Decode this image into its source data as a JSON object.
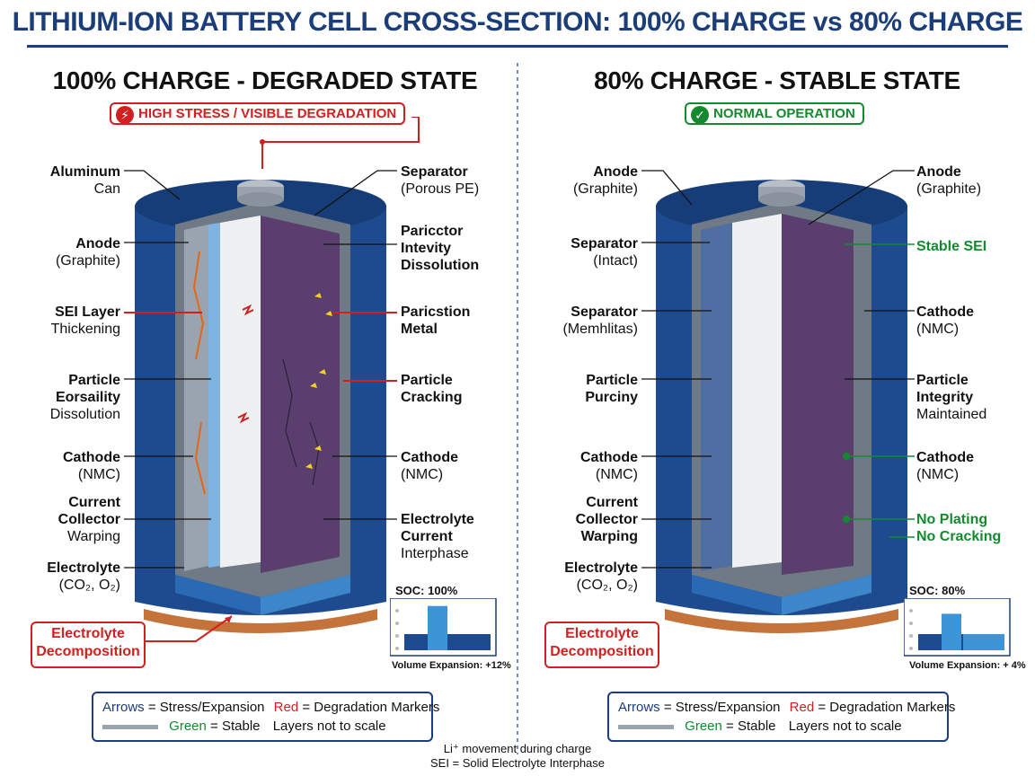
{
  "title": "LITHIUM-ION BATTERY CELL CROSS-SECTION: 100% CHARGE vs 80% CHARGE",
  "left": {
    "heading": "100% CHARGE - DEGRADED STATE",
    "badge": "HIGH STRESS / VISIBLE DEGRADATION",
    "badge_icon": "lightning-icon",
    "labels_left": [
      {
        "bold": "Aluminum",
        "normal": "Can"
      },
      {
        "bold": "Anode",
        "normal": "(Graphite)"
      },
      {
        "bold": "SEI Layer",
        "normal": "Thickening"
      },
      {
        "bold": "Particle",
        "bold2": "Eorsaility",
        "normal": "Dissolution"
      },
      {
        "bold": "Cathode",
        "normal": "(NMC)"
      },
      {
        "bold": "Current",
        "bold2": "Collector",
        "normal": "Warping"
      },
      {
        "bold": "Electrolyte",
        "normal": "(CO₂, O₂)"
      }
    ],
    "labels_right": [
      {
        "bold": "Separator",
        "normal": "(Porous PE)"
      },
      {
        "bold": "Paricctor",
        "bold2": "Intevity",
        "bold3": "Dissolution"
      },
      {
        "bold": "Paricstion",
        "bold2": "Metal"
      },
      {
        "bold": "Particle",
        "bold2": "Cracking"
      },
      {
        "bold": "Cathode",
        "normal": "(NMC)"
      },
      {
        "bold": "Electrolyte",
        "bold2": "Current",
        "normal": "Interphase"
      }
    ],
    "decomposition": {
      "line1": "Electrolyte",
      "line2": "Decomposition"
    },
    "soc": {
      "label": "SOC: 100%",
      "caption": "Volume Expansion: +12%",
      "fill_fraction": 0.85
    },
    "legend": {
      "arrows_key": "Arrows",
      "arrows_text": "= Stress/Expansion",
      "red_key": "Red",
      "red_text": "= Degradation Markers",
      "green_key": "Green",
      "green_text": "= Stable",
      "scale_note": "Layers not to scale"
    }
  },
  "right": {
    "heading": "80% CHARGE - STABLE STATE",
    "badge": "NORMAL OPERATION",
    "badge_icon": "check-circle-icon",
    "labels_left": [
      {
        "bold": "Anode",
        "normal": "(Graphite)"
      },
      {
        "bold": "Separator",
        "normal": "(Intact)"
      },
      {
        "bold": "Separator",
        "normal": "(Memhlitas)"
      },
      {
        "bold": "Particle",
        "bold2": "Purciny"
      },
      {
        "bold": "Cathode",
        "normal": "(NMC)"
      },
      {
        "bold": "Current",
        "bold2": "Collector",
        "bold3": "Warping"
      },
      {
        "bold": "Electrolyte",
        "normal": "(CO₂, O₂)"
      }
    ],
    "labels_right": [
      {
        "bold": "Anode",
        "normal": "(Graphite)"
      },
      {
        "bold": "Stable SEI"
      },
      {
        "bold": "Cathode",
        "normal": "(NMC)"
      },
      {
        "bold": "Particle",
        "bold2": "Integrity",
        "normal": "Maintained"
      },
      {
        "bold": "Cathode",
        "normal": "(NMC)"
      },
      {
        "bold": "No Plating"
      },
      {
        "bold": "No Cracking"
      }
    ],
    "decomposition": {
      "line1": "Electrolyte",
      "line2": "Decomposition"
    },
    "soc": {
      "label": "SOC: 80%",
      "caption": "Volume Expansion: + 4%",
      "fill_fraction": 0.7
    },
    "legend": {
      "arrows_key": "Arrows",
      "arrows_text": "= Stress/Expansion",
      "red_key": "Red",
      "red_text": "= Degradation Markers",
      "green_key": "Green",
      "green_text": "= Stable",
      "scale_note": "Layers not to scale"
    }
  },
  "footnote": {
    "line1": "Li⁺ movement during charge",
    "line2": "SEI = Solid Electrolyte Interphase"
  },
  "colors": {
    "navy": "#1b3d78",
    "red": "#d21f1f",
    "green": "#138a2e",
    "can": "#1e4b8f",
    "cathode": "#5a3f6e",
    "anode": "#7fb3e0",
    "copper": "#c4733a"
  }
}
